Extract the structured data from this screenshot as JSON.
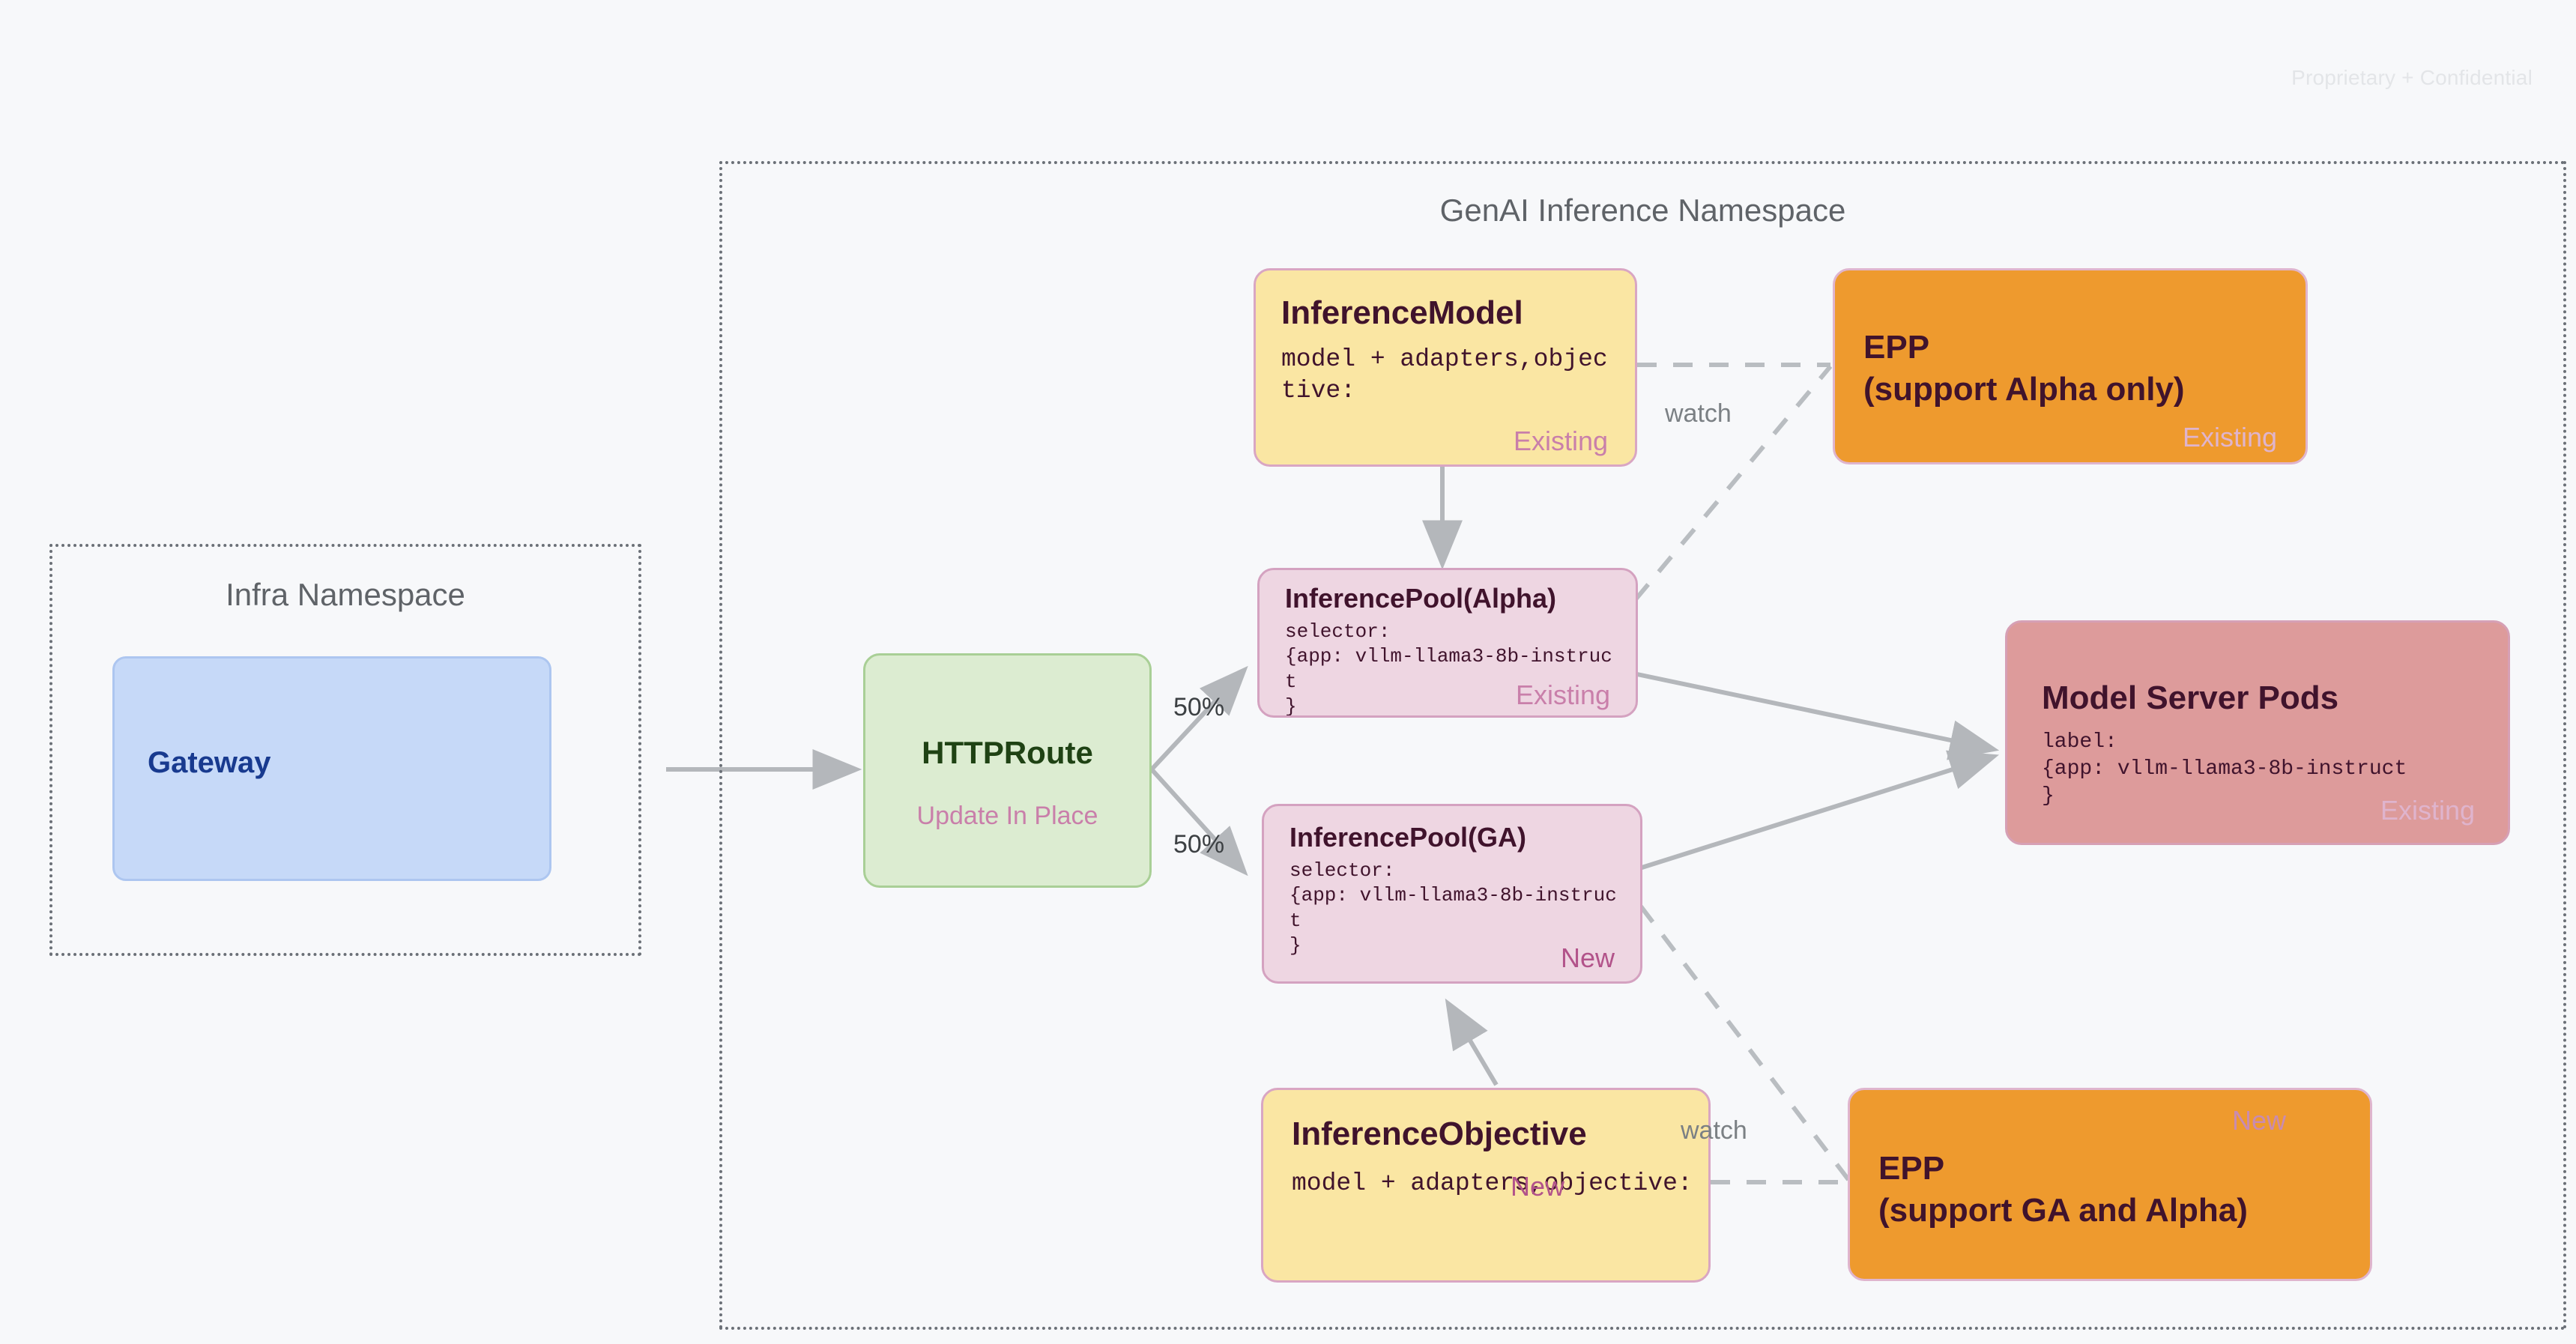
{
  "page": {
    "confidential_mark": "Proprietary + Confidential",
    "background": "#f7f8fa"
  },
  "namespaces": [
    {
      "id": "infra",
      "title": "Infra Namespace"
    },
    {
      "id": "genai",
      "title": "GenAI Inference Namespace"
    }
  ],
  "nodes": {
    "gateway": {
      "title": "Gateway"
    },
    "httproute": {
      "title": "HTTPRoute",
      "subtitle": "Update In Place"
    },
    "inference_model": {
      "title": "InferenceModel",
      "code": "model + adapters,objective:",
      "tag": "Existing"
    },
    "inference_pool_alpha": {
      "title": "InferencePool(Alpha)",
      "code": "selector:\n{app: vllm-llama3-8b-instruct\n}",
      "tag": "Existing"
    },
    "inference_pool_ga": {
      "title": "InferencePool(GA)",
      "code": "selector:\n{app: vllm-llama3-8b-instruct\n}",
      "tag": "New"
    },
    "inference_objective": {
      "title": "InferenceObjective",
      "code": "model + adapters,objective:",
      "tag": "New"
    },
    "epp_alpha": {
      "title_line1": "EPP",
      "title_line2": "(support Alpha only)",
      "tag": "Existing"
    },
    "epp_ga": {
      "title_line1": "EPP",
      "title_line2": "(support GA and Alpha)",
      "tag": "New"
    },
    "model_server_pods": {
      "title": "Model Server Pods",
      "code": "label:\n{app: vllm-llama3-8b-instruct\n}",
      "tag": "Existing"
    }
  },
  "edges": {
    "split_alpha": "50%",
    "split_ga": "50%",
    "watch_alpha": "watch",
    "watch_ga": "watch"
  },
  "colors": {
    "yellow_fill": "#fae6a3",
    "pink_fill": "#eed6e2",
    "orange_fill": "#ee9a2e",
    "red_fill": "#dd9b9b",
    "green_fill": "#dcecd1",
    "blue_fill": "#c6d9f8",
    "existing_tag": "#c97faa",
    "new_tag": "#b2538a",
    "edge_gray": "#b4b7bb"
  }
}
